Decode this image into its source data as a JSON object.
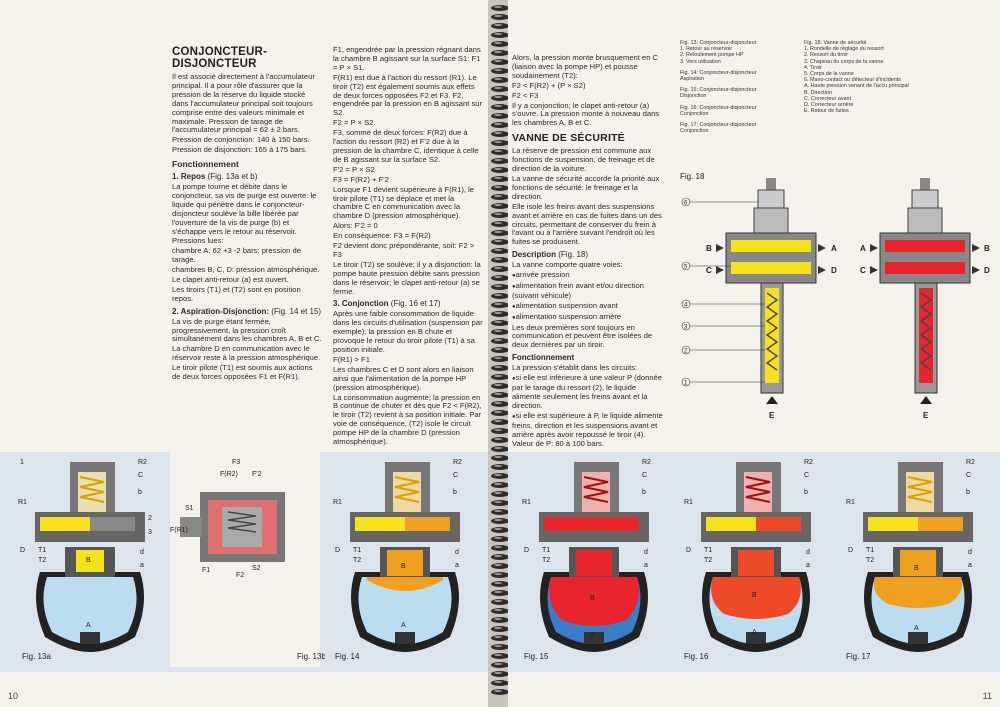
{
  "left_page": {
    "page_number": "10",
    "title_line1": "CONJONCTEUR-",
    "title_line2": "DISJONCTEUR",
    "col1": {
      "intro": "Il est associé directement à l'accumulateur principal. Il a pour rôle d'assurer que la pression de la réserve du liquide stocké dans l'accumulateur principal soit toujours comprise entre des valeurs minimale et maximale. Pression de tarage de l'accumulateur principal = 62 ± 2 bars.",
      "conj_pressure": "Pression de conjonction: 140 à 150 bars.",
      "disj_pressure": "Pression de disjonction: 165 à 175 bars.",
      "section_title": "Fonctionnement",
      "repos_title": "1. Repos",
      "repos_ref": "(Fig. 13a et b)",
      "repos_text": "La pompe tourne et débite dans le conjoncteur, sa vis de purge est ouverte: le liquide qui pénètre dans le conjoncteur-disjoncteur soulève la bille libérée par l'ouverture de la vis de purge (b) et s'échappe vers le retour au réservoir.",
      "pressions_lues": "Pressions lues:",
      "chambre_a": "chambre A: 62 +3 -2 bars: pression de tarage.",
      "chambres_bcd": "chambres B, C, D: pression atmosphérique.",
      "clapet": "Le clapet anti-retour (a) est ouvert.",
      "tiroirs": "Les tiroirs (T1) et (T2) sont en position repos.",
      "asp_title": "2. Aspiration-Disjonction:",
      "asp_ref": "(Fig. 14 et 15)",
      "asp_text1": "La vis de purge étant fermée, progressivement, la pression croît simultanément dans les chambres A, B et C.",
      "asp_text2": "La chambre D en communication avec le réservoir reste à la pression atmosphérique.",
      "asp_text3": "Le tiroir pilote (T1) est soumis aux actions de deux forces opposées F1 et F(R1)."
    },
    "col2": {
      "p1": "F1, engendrée par la pression régnant dans la chambre B agissant sur la surface S1: F1 = P × S1.",
      "p2": "F(R1) est due à l'action du ressort (R1). Le tiroir (T2) est également soumis aux effets de deux forces opposées F2 et F3. F2, engendrée par la pression en B agissant sur S2.",
      "p3": "F2 = P × S2.",
      "p4": "F3, somme de deux forces: F(R2) due à l'action du ressort (R2) et F'2 due à la pression de la chambre C, identique à celle de B agissant sur la surface S2.",
      "p5": "F'2 = P × S2",
      "p6": "F3 = F(R2) + F'2",
      "p7": "Lorsque F1 devient supérieure à F(R1), le tiroir pilote (T1) se déplace et met la chambre C en communication avec la chambre D (pression atmosphérique).",
      "p8": "Alors: F'2 = 0",
      "p9": "En conséquence: F3 = F(R2)",
      "p10": "F2 devient donc prépondérante, soit: F2 > F3",
      "p11": "Le tiroir (T2) se soulève; il y a disjonction: la pompe haute pression débite sans pression dans le réservoir; le clapet anti-retour (a) se ferme.",
      "conj_title": "3. Conjonction",
      "conj_ref": "(Fig. 16 et 17)",
      "p12": "Après une faible consommation de liquide dans les circuits d'utilisation (suspension par exemple), la pression en B chute et provoque le retour du tiroir pilote (T1) à sa position initiale.",
      "p13": "F(R1) > F1",
      "p14": "Les chambres C et D sont alors en liaison ainsi que l'alimentation de la pompe HP (pression atmosphérique).",
      "p15": "La consommation augmente; la pression en B continue de chuter et dès que F2 < F(R2), le tiroir (T2) revient à sa position initiale. Par voie de conséquence, (T2) isole le circuit pompe HP de la chambre D (pression atmosphérique)."
    },
    "figures": {
      "fig13a": "Fig. 13a",
      "fig13b": "Fig. 13b",
      "fig14": "Fig. 14"
    }
  },
  "right_page": {
    "page_number": "11",
    "col1": {
      "p1": "Alors, la pression monte brusquement en C (liaison avec la pompe HP) et pousse soudainement (T2):",
      "p2": "F2 < F(R2) + (P × S2)",
      "p3": "F2 < F3",
      "p4": "Il y a conjonction; le clapet anti-retour (a) s'ouvre. La pression monte à nouveau dans les chambres A, B et C.",
      "title": "VANNE DE SÉCURITÉ",
      "p5": "La réserve de pression est commune aux fonctions de suspension, de freinage et de direction de la voiture.",
      "p6": "La vanne de sécurité accorde la priorité aux fonctions de sécurité: le freinage et la direction.",
      "p7": "Elle isole les freins avant des suspensions avant et arrière en cas de fuites dans un des circuits, permettant de conserver du frein à l'avant ou à l'arrière suivant l'endroit où les fuites se produisent.",
      "desc_title": "Description",
      "desc_ref": "(Fig. 18)",
      "desc_text": "La vanne comporte quatre voies:",
      "b1": "arrivée pression",
      "b2": "alimentation frein avant et/ou direction (suivant véhicule)",
      "b3": "alimentation suspension avant",
      "b4": "alimentation suspension arrière",
      "p8": "Les deux premières sont toujours en communication et peuvent être isolées de deux dernières par un tiroir.",
      "fonc_title": "Fonctionnement",
      "p9": "La pression s'établit dans les circuits:",
      "b5": "si elle est inférieure à une valeur P (donnée par le tarage du ressort (2), le liquide alimente seulement les freins avant et la direction.",
      "b6": "si elle est supérieure à P, le liquide alimente freins, direction et les suspensions avant et arrière après avoir repoussé le tiroir (4).",
      "p10": "Valeur de P: 80 à 100 bars."
    },
    "captions_a": [
      "Fig. 13: Conjoncteur-disjoncteur\n1. Retour au réservoir\n2. Refoulement pompe HP\n3. Vers utilisation",
      "Fig. 14: Conjoncteur-disjoncteur\nAspiration",
      "Fig. 15: Conjoncteur-disjoncteur\nDisjonction",
      "Fig. 16: Conjoncteur-disjoncteur\nConjonction",
      "Fig. 17: Conjoncteur-disjoncteur\nConjonction"
    ],
    "captions_b": "Fig. 18: Vanne de sécurité\n1. Rondelle de réglage du ressort\n2. Ressort du tiroir\n3. Chapeau du corps de la vanne\n4. Tiroir\n5. Corps de la vanne\n6. Mano-contact ou détecteur d'incidents\nA. Haute pression venant de l'accu principal\nB. Direction\nC. Correcteur avant\nD. Correcteur arrière\nE. Retour de fuites",
    "figures": {
      "fig15": "Fig. 15",
      "fig16": "Fig. 16",
      "fig17": "Fig. 17",
      "fig18": "Fig. 18"
    }
  },
  "diagram_labels": {
    "r1": "R1",
    "r2": "R2",
    "c": "C",
    "b": "b",
    "d": "D",
    "t1": "T1",
    "t2": "T2",
    "a_small": "a",
    "d_small": "d",
    "chamber_a": "A",
    "chamber_b": "B",
    "f3": "F3",
    "fr2": "F(R2)",
    "f2p": "F'2",
    "s1": "S1",
    "fr1": "F(R1)",
    "f1": "F1",
    "f2": "F2",
    "s2": "S2",
    "n1": "1",
    "n2": "2",
    "n3": "3",
    "n4": "4",
    "n5": "5",
    "n6": "6",
    "v_a": "A",
    "v_b": "B",
    "v_c": "C",
    "v_d": "D",
    "v_e": "E"
  },
  "colors": {
    "pressure_high": "#e8242c",
    "pressure_mid": "#f0a020",
    "yellow_liquid": "#f5e11c",
    "chamber_light": "#bcdcf0",
    "band_bg": "#dce4ed",
    "metal": "#8a8a8a"
  }
}
